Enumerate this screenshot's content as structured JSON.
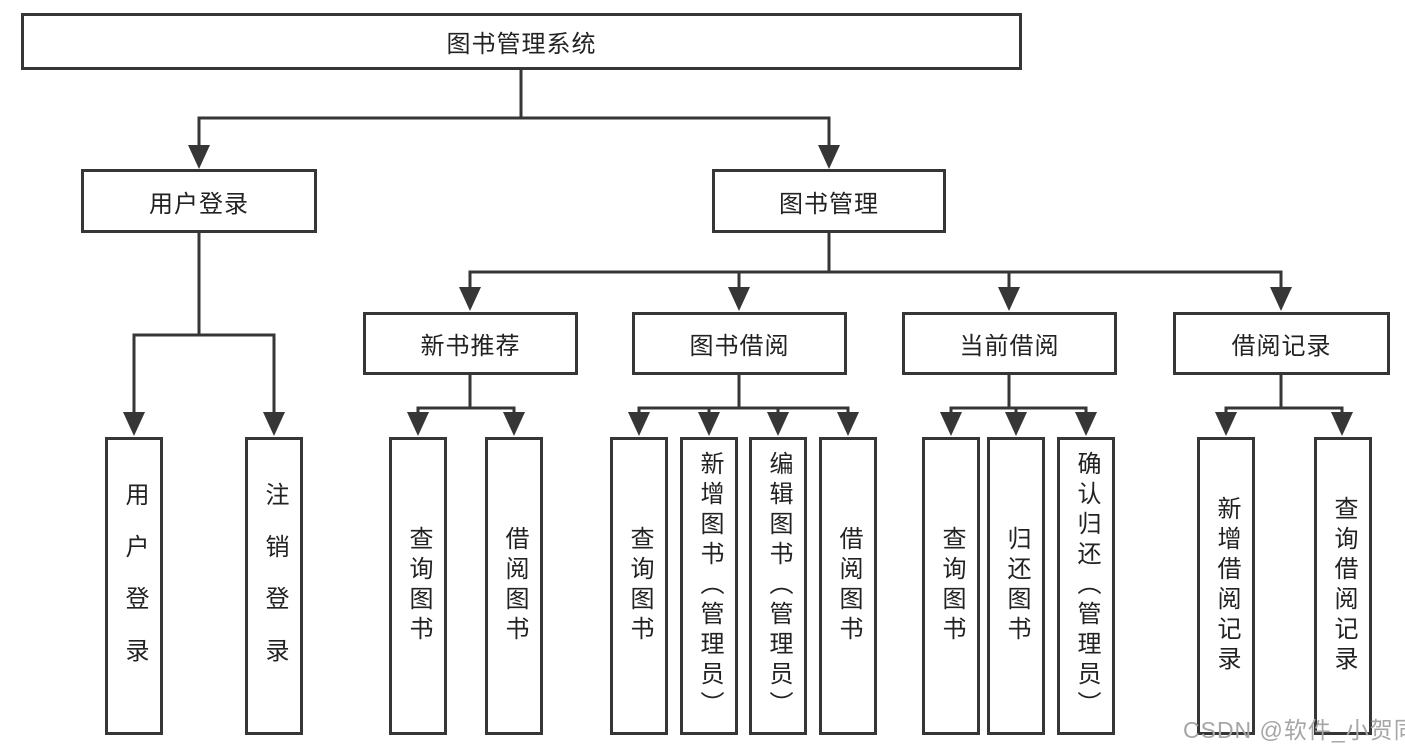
{
  "palette": {
    "line_color": "#363636",
    "box_border_color": "#363636",
    "box_fill": "#ffffff",
    "label_color": "#222222",
    "watermark_color": "#a6a6a6",
    "background": "#ffffff"
  },
  "tree": {
    "root": {
      "label": "图书管理系统"
    },
    "branches": [
      {
        "label": "用户登录",
        "leaves": [
          "用户登录",
          "注销登录"
        ]
      },
      {
        "label": "图书管理",
        "groups": [
          {
            "label": "新书推荐",
            "leaves": [
              "查询图书",
              "借阅图书"
            ]
          },
          {
            "label": "图书借阅",
            "leaves": [
              "查询图书",
              "新增图书（管理员）",
              "编辑图书（管理员）",
              "借阅图书"
            ]
          },
          {
            "label": "当前借阅",
            "leaves": [
              "查询图书",
              "归还图书",
              "确认归还（管理员）"
            ]
          },
          {
            "label": "借阅记录",
            "leaves": [
              "新增借阅记录",
              "查询借阅记录"
            ]
          }
        ]
      }
    ]
  },
  "watermark": {
    "text": "CSDN @软件_小贺同学"
  }
}
